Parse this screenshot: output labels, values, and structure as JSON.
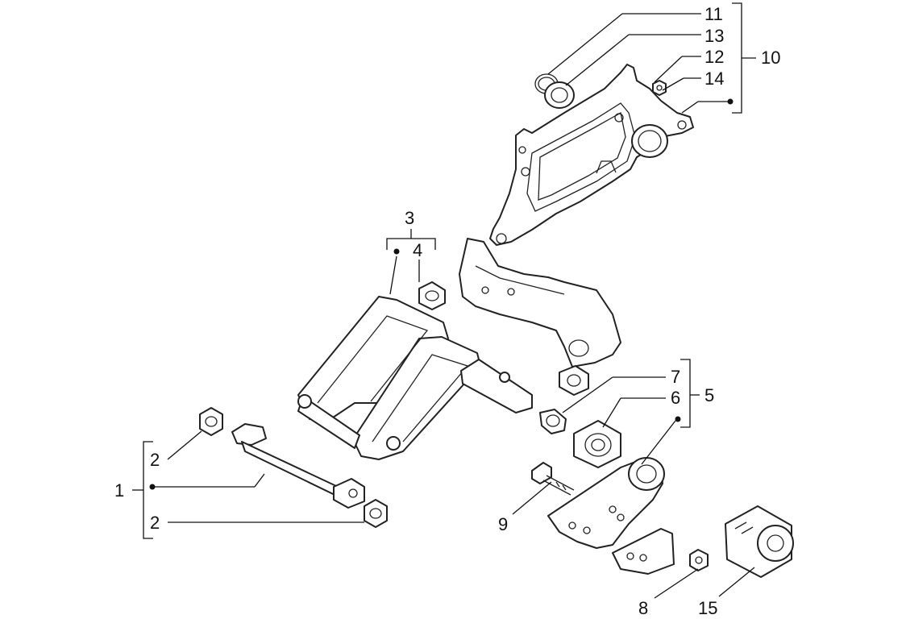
{
  "callouts": {
    "c1": "1",
    "c2_top": "2",
    "c2_bottom": "2",
    "c3": "3",
    "c4": "4",
    "c5": "5",
    "c6": "6",
    "c7": "7",
    "c8": "8",
    "c9": "9",
    "c10": "10",
    "c11": "11",
    "c12": "12",
    "c13": "13",
    "c14": "14",
    "c15": "15"
  }
}
